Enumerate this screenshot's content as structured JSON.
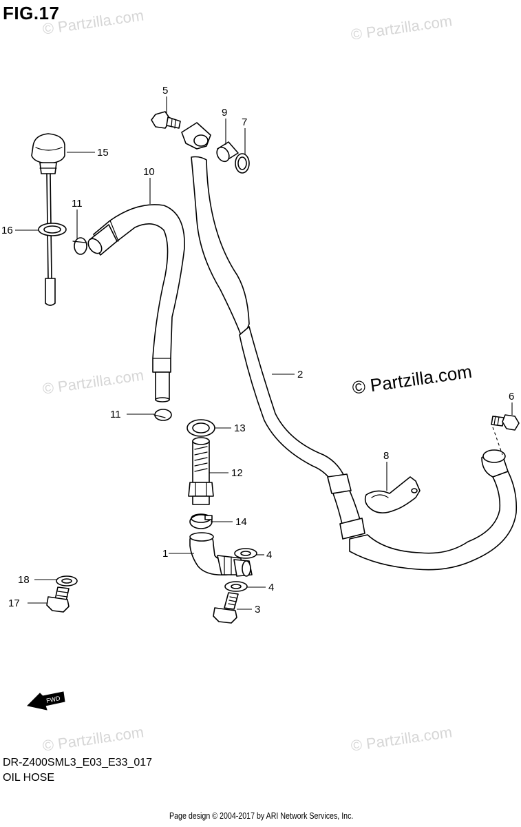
{
  "figure_title": "FIG.17",
  "model_code": "DR-Z400SML3_E03_E33_017",
  "section_title": "OIL HOSE",
  "footer": "Page design © 2004-2017 by ARI Network Services, Inc.",
  "watermark": "© Partzilla.com",
  "main_watermark": "© Partzilla.com",
  "fwd_label": "FWD",
  "callouts": {
    "c1": "1",
    "c2": "2",
    "c3": "3",
    "c4a": "4",
    "c4b": "4",
    "c5": "5",
    "c6": "6",
    "c7": "7",
    "c8": "8",
    "c9": "9",
    "c10": "10",
    "c11a": "11",
    "c11b": "11",
    "c12": "12",
    "c13": "13",
    "c14": "14",
    "c15": "15",
    "c16": "16",
    "c17": "17",
    "c18": "18"
  }
}
